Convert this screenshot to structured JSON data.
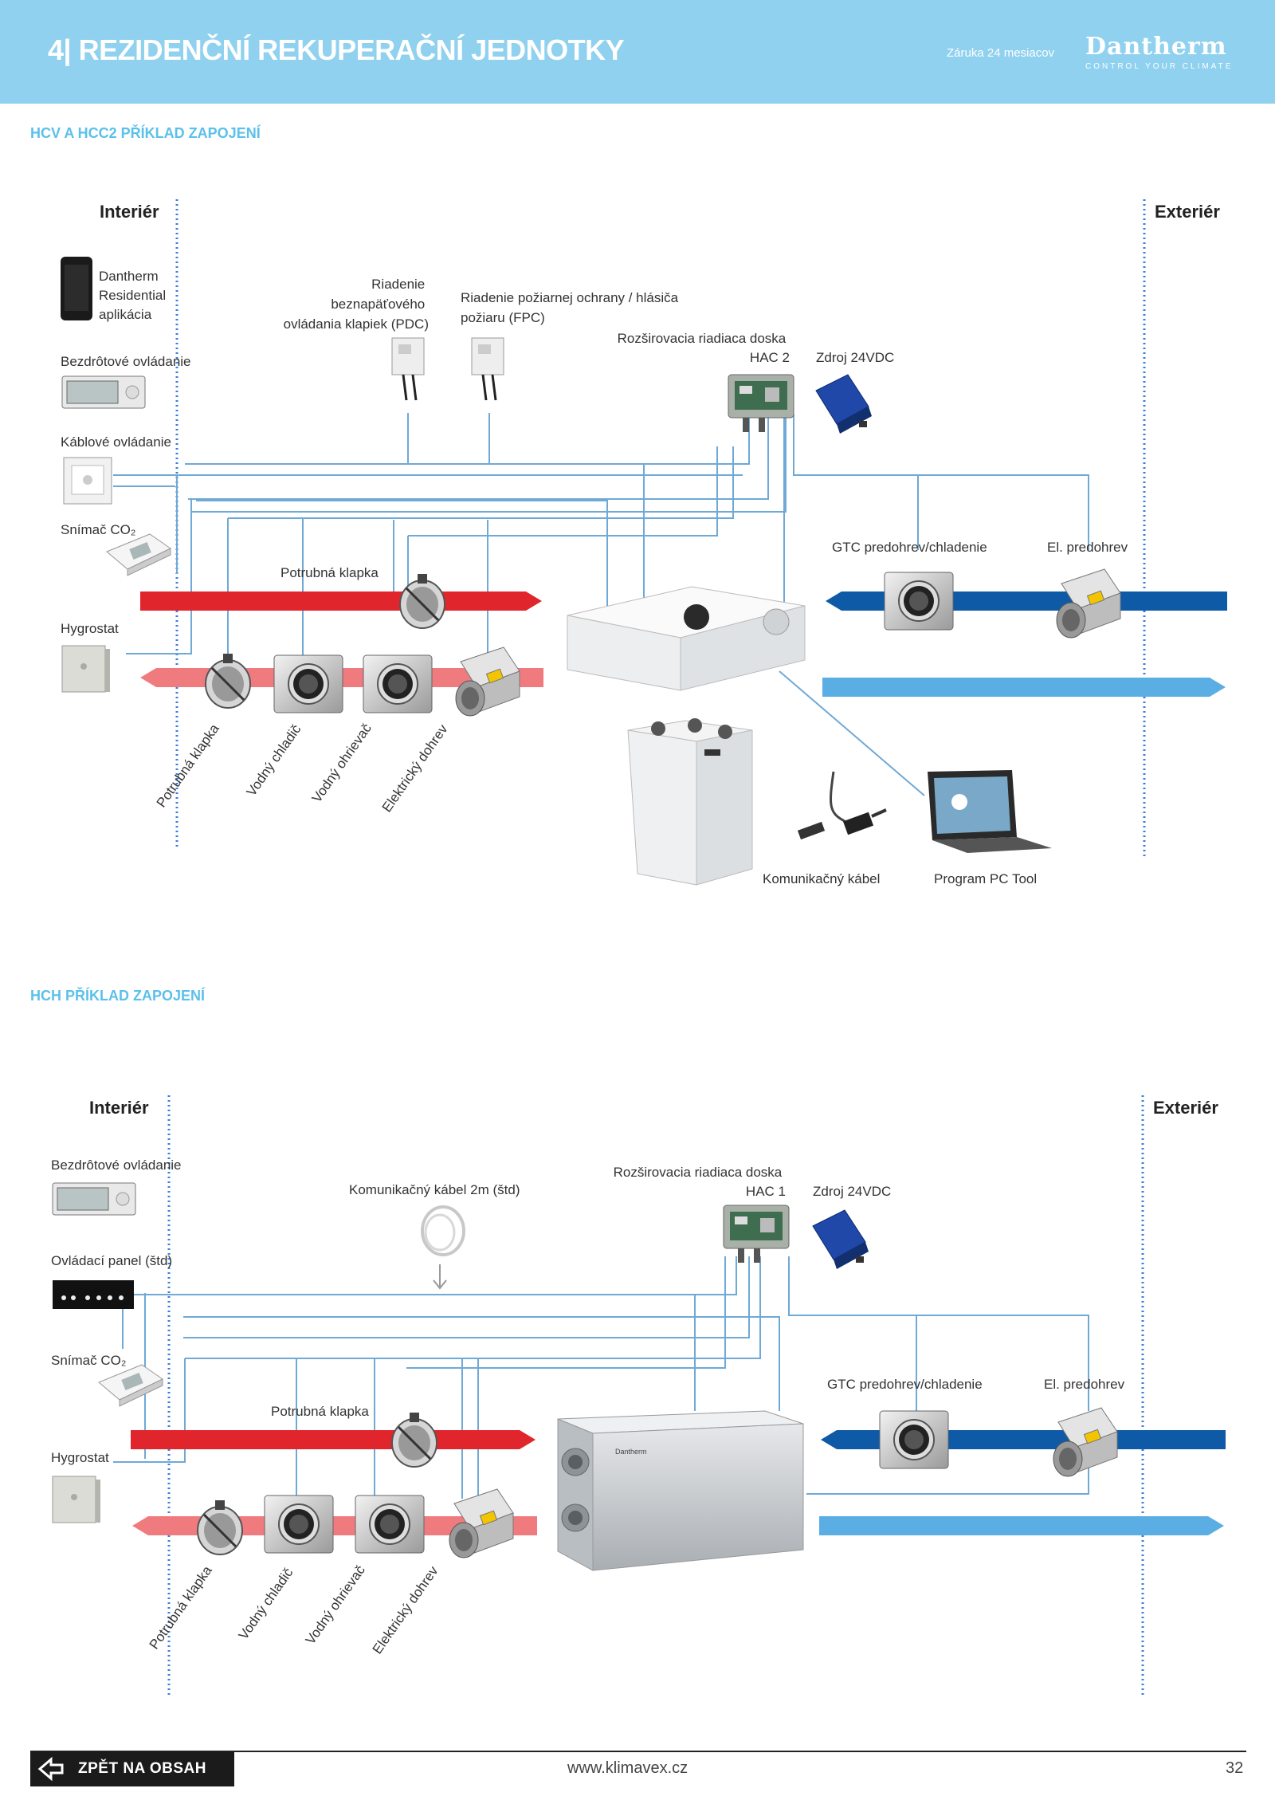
{
  "header": {
    "title": "4| REZIDENČNÍ REKUPERAČNÍ JEDNOTKY",
    "warranty": "Záruka 24 mesiacov",
    "brand_name": "Dantherm",
    "brand_tagline": "CONTROL YOUR CLIMATE"
  },
  "colors": {
    "header_bg": "#8fd1ef",
    "heading_blue": "#5bc0eb",
    "supply_red": "#e0262c",
    "extract_red": "#f07b7f",
    "exterior_dark_blue": "#0e5aa7",
    "exterior_light_blue": "#5aaee3",
    "wiring": "#6fa9d6"
  },
  "diagram1": {
    "heading": "HCV A HCC2 PŘÍKLAD ZAPOJENÍ",
    "interior": "Interiér",
    "exterior": "Exteriér",
    "app_label": [
      "Dantherm",
      "Residential",
      "aplikácia"
    ],
    "wireless_control": "Bezdrôtové ovládanie",
    "cable_control": "Káblové ovládanie",
    "co2_sensor": "Snímač CO₂",
    "hygrostat": "Hygrostat",
    "pdc_label": [
      "Riadenie",
      "beznapäťového",
      "ovládania klapiek (PDC)"
    ],
    "fpc_label": [
      "Riadenie požiarnej ochrany / hlásiča",
      "požiaru (FPC)"
    ],
    "extension_board": [
      "Rozširovacia riadiaca doska",
      "HAC 2"
    ],
    "power_supply": "Zdroj 24VDC",
    "duct_damper": "Potrubná klapka",
    "gtc": "GTC predohrev/chladenie",
    "el_preheat": "El. predohrev",
    "rotated_labels": [
      "Potrubná klapka",
      "Vodný chladič",
      "Vodný ohrievač",
      "Elektrický dohrev"
    ],
    "comm_cable": "Komunikačný kábel",
    "pc_tool": "Program PC Tool"
  },
  "diagram2": {
    "heading": "HCH PŘÍKLAD ZAPOJENÍ",
    "interior": "Interiér",
    "exterior": "Exteriér",
    "wireless_control": "Bezdrôtové ovládanie",
    "control_panel": "Ovládací panel (štd)",
    "co2_sensor": "Snímač CO₂",
    "hygrostat": "Hygrostat",
    "comm_cable": "Komunikačný kábel 2m (štd)",
    "extension_board": [
      "Rozširovacia riadiaca doska",
      "HAC 1"
    ],
    "power_supply": "Zdroj 24VDC",
    "duct_damper": "Potrubná klapka",
    "gtc": "GTC predohrev/chladenie",
    "el_preheat": "El. predohrev",
    "rotated_labels": [
      "Potrubná klapka",
      "Vodný chladič",
      "Vodný ohrievač",
      "Elektrický dohrev"
    ],
    "unit_brand": "Dantherm"
  },
  "footer": {
    "back": "ZPĚT NA OBSAH",
    "url": "www.klimavex.cz",
    "page": "32"
  }
}
